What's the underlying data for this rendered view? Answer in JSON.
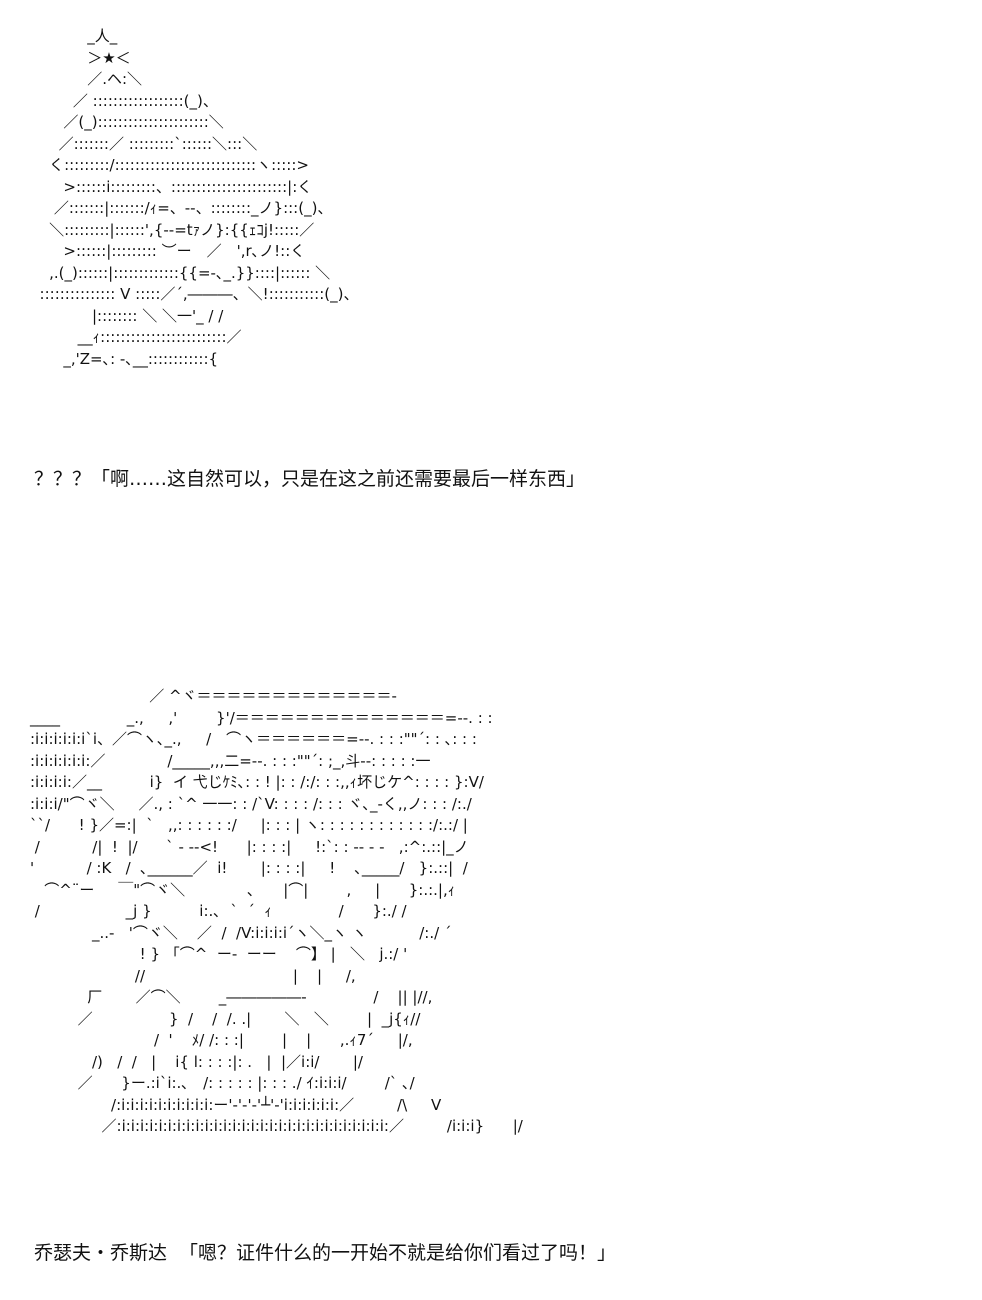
{
  "art": {
    "tree": "            _人_\n            ＞★＜\n            ／.ヘ:＼\n         ／ ::::::::::::::::::(_)、\n       ／(_)::::::::::::::::::::::＼\n      ／:::::::／ :::::::::`::::::＼:::＼\n    く:::::::::/::::::::::::::::::::::::::::ヽ:::::>\n       >::::::i:::::::::、:::::::::::::::::::::::|:く\n     ／:::::::|:::::::/ｨ=、--、::::::::_ノ}:::(_)、\n    ＼:::::::::|::::::',{--=tｧノ}:{{ｪｺj!:::::／\n       >::::::|::::::::: ︶ー　／　',r､ノ!::く\n    ,.(_)::::::|:::::::::::::{{=-､_.}}::::|:::::: ＼\n  ::::::::::::::: V :::::／´,―――、＼!:::::::::::(_)、\n             |:::::::: ＼ ＼一'_ / /\n          __ｨ:::::::::::::::::::::::::／\n       _,'Z=､: -､__::::::::::::{",
    "scene": "                         ／ ^ヾ＝＝＝＝＝＝＝＝＝＝＝＝＝-\n____              _., 　 ,' 　    }'/＝＝＝＝＝＝＝＝＝＝＝＝＝＝=--. : :\n:i:i:i:i:i:i`i、／⌒ヽ､_., 　 /　⌒ヽ＝＝＝＝＝＝=--. : : :\"\"´: : ､: : :\n:i:i:i:i:i:i:／             /_____,,,二=--. : : :\"\"´: ;_,斗--: : : : :一\n:i:i:i:i:／__          i}  イ 弋じｹﾐ､: : ! |: : /:/: : :,,ｨ坏じケ^: : : : }:V/\n:i:i:i/\"⌒ヾ＼     ／., : `^ 一一: : /`V: : : : /: : : ヾ､_-く,,ノ: : : /:./\n``/      ! }／=:|  `   ,,: : : : : :/     |: : : | ヽ: : : : : : : : : : : :/:.:/ |\n /           /|  !  |/      ` - --<!      |: : : :|     !:`: : -- - -   ,:^:.::|_ノ\n'           / :K   /  ､______／  i!       |: : : :|     !    ､_____/   }:.::|  /\n   ⌒^¨ー     ￣\"⌒ヾ＼             ､      |⌒|        ,     |      }:.:.|,ｨ\n /                  _j }          i:.､  `  ´  ｨ              /      }:./ /\n             _..-   '⌒ヾ＼    ／  /  /V:i:i:i:i´ヽ＼_ヽ ヽ           /:./ ´\n                       ! } 「⌒^  ー-  ーー    ⌒】 |   ＼   j.:/ '\n                      //                               |    |     /,\n            厂       ／⌒＼        _―――――-              /    || |//,\n          ／                }  /    /  /. .|       ＼   ＼        |  _j{ｨ//\n                          /  '    ﾒ/ /: : :|        |    |      ,.ｨ7´     |/,\n             /)   /  /   |    i{ l: : : :|: .   |  |／i:i/       |/\n          ／      }ー.:i`i:.､   /: : : : : |: : : ./ ｲ:i:i:i/        /` ､/\n                 /:i:i:i:i:i:i:i:i:i:i:ー'-'-'-'┴'-'i:i:i:i:i:i:／         /\\     V\n               ／:i:i:i:i:i:i:i:i:i:i:i:i:i:i:i:i:i:i:i:i:i:i:i:i:i:i:i:i:i:／         /i:i:i}      |/"
  },
  "dialogue": [
    {
      "text": "？？？「啊……这自然可以，只是在这之前还需要最后一样东西」"
    },
    {
      "speaker": "乔瑟夫・乔斯达",
      "text": "「嗯？证件什么的一开始不就是给你们看过了吗！」"
    }
  ]
}
